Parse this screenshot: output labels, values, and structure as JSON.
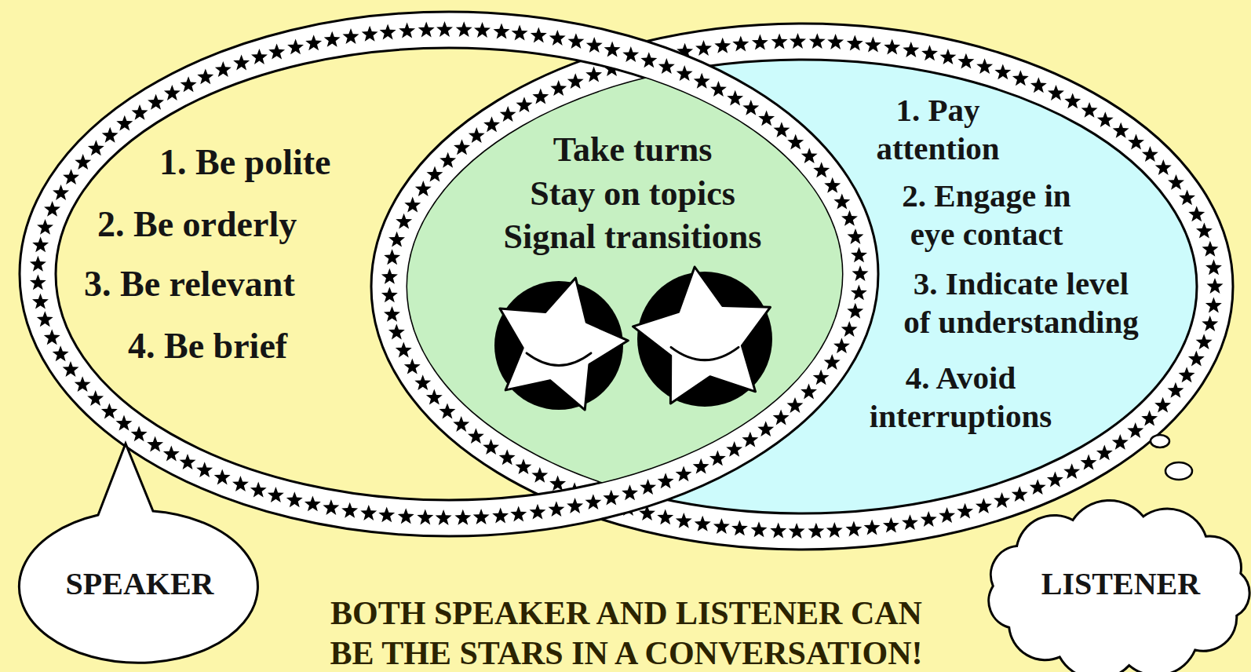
{
  "diagram": {
    "caption": "BOTH SPEAKER AND LISTENER CAN BE THE STARS IN A CONVERSATION!",
    "nodes": [
      {
        "text": [
          "1. Be polite",
          "2. Be orderly",
          "3. Be relevant",
          "4. Be brief"
        ]
      },
      {
        "text": [
          "Take turns",
          "Stay on topics",
          "Signal transitions"
        ]
      },
      {
        "text": [
          "1. Pay attention",
          "2. Engage in eye contact",
          "3. Indicate level of understanding",
          "4. Avoid interruptions"
        ]
      },
      {
        "text": [
          "SPEAKER"
        ]
      },
      {
        "text": [
          "LISTENER"
        ]
      }
    ]
  }
}
